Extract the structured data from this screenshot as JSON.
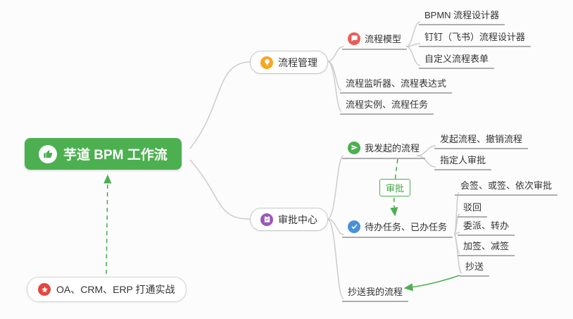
{
  "root": {
    "label": "芋道 BPM 工作流"
  },
  "process_mgmt": {
    "label": "流程管理",
    "process_model": {
      "label": "流程模型",
      "children": {
        "bpmn": "BPMN 流程设计器",
        "dingtalk": "钉钉（飞书）流程设计器",
        "custom_form": "自定义流程表单"
      }
    },
    "listener": "流程监听器、流程表达式",
    "instance": "流程实例、流程任务"
  },
  "approval_center": {
    "label": "审批中心",
    "my_initiated": {
      "label": "我发起的流程",
      "children": {
        "initiate_cancel": "发起流程、撤销流程",
        "assignee": "指定人审批"
      }
    },
    "todo_done": {
      "label": "待办任务、已办任务",
      "children": {
        "countersign": "会签、或签、依次审批",
        "reject": "驳回",
        "delegate": "委派、转办",
        "add_sign": "加签、减签",
        "cc": "抄送"
      }
    },
    "cc_my": "抄送我的流程"
  },
  "relation": {
    "label": "审批"
  },
  "note": {
    "label": "OA、CRM、ERP 打通实战"
  },
  "colors": {
    "root_green": "#4cb050",
    "arrow_green": "#4cb050",
    "connector_gray": "#cccccc",
    "icon_orange": "#f5a623",
    "icon_red": "#ec5b56",
    "icon_purple": "#9b59b6",
    "icon_blue": "#4a90d9"
  }
}
